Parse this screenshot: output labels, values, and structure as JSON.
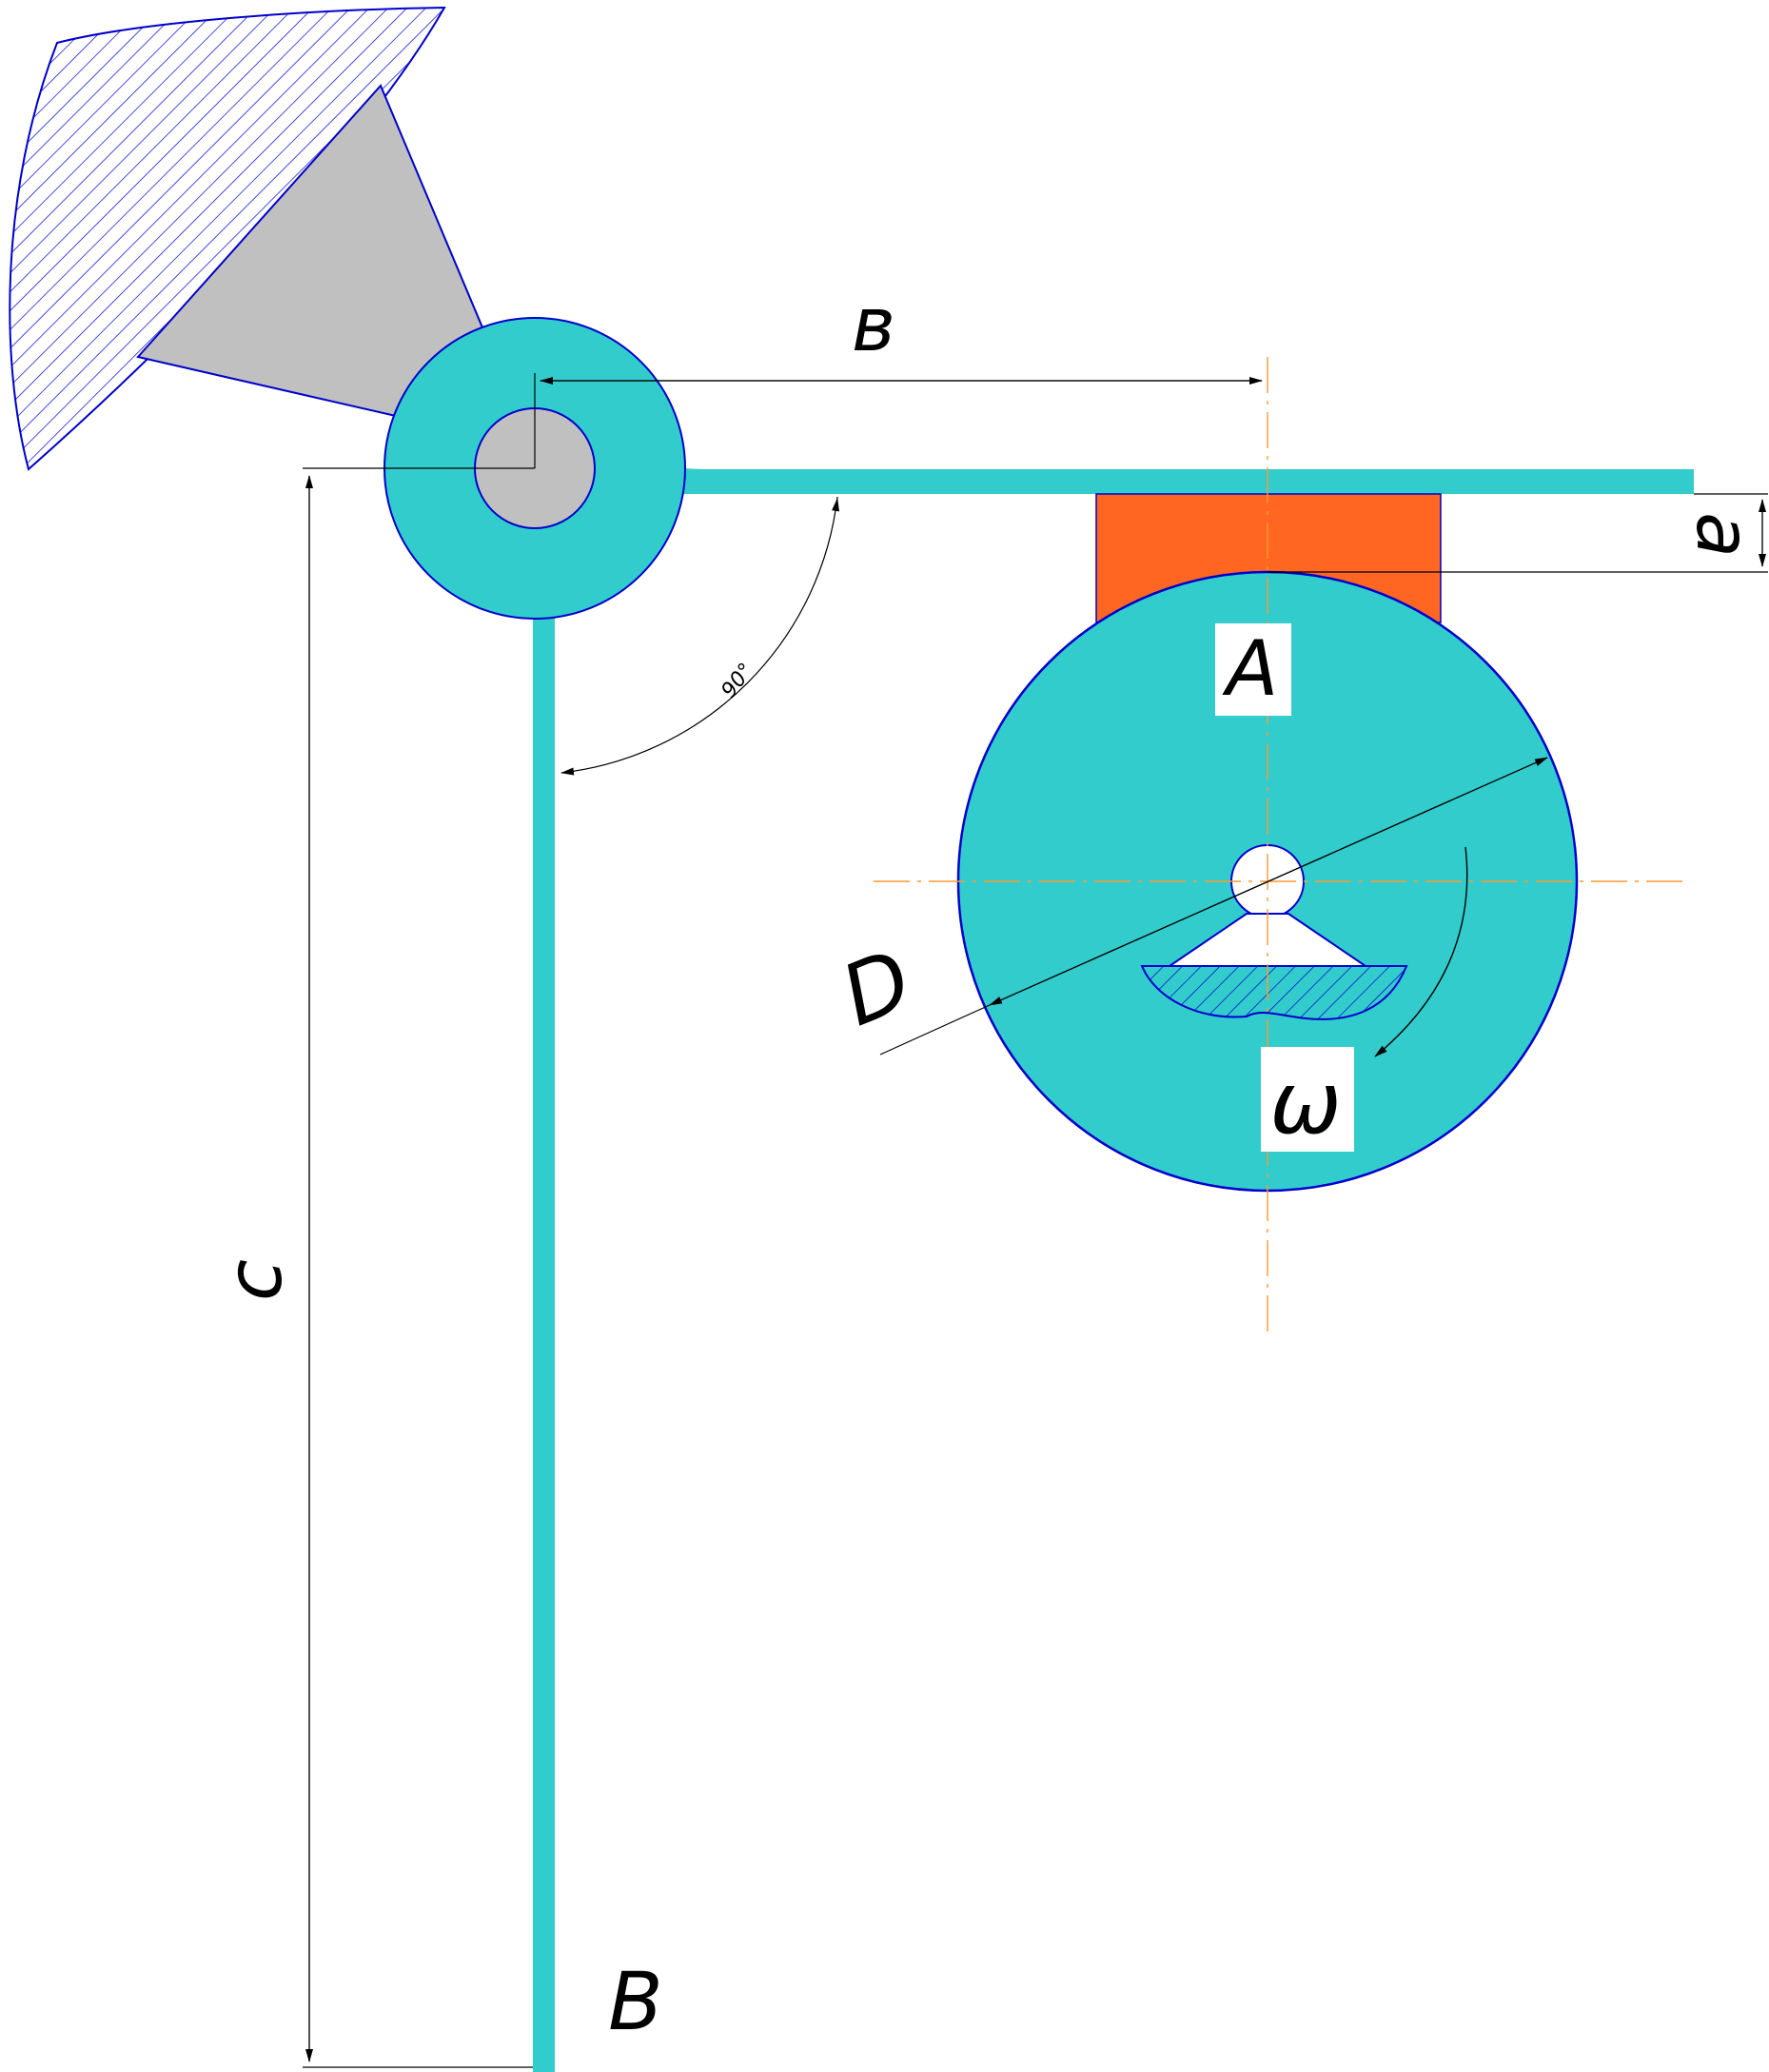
{
  "labels": {
    "b": "в",
    "a": "a",
    "c": "c",
    "D": "D",
    "A": "A",
    "B": "B",
    "omega": "ω",
    "angle": "90°"
  },
  "colors": {
    "part_fill": "#33CCCC",
    "outline": "#0000CC",
    "block_fill": "#FF6622",
    "pivot_fill": "#C0C0C0",
    "center_line": "#FF9933",
    "dimension": "#000000",
    "background": "#FFFFFF"
  }
}
